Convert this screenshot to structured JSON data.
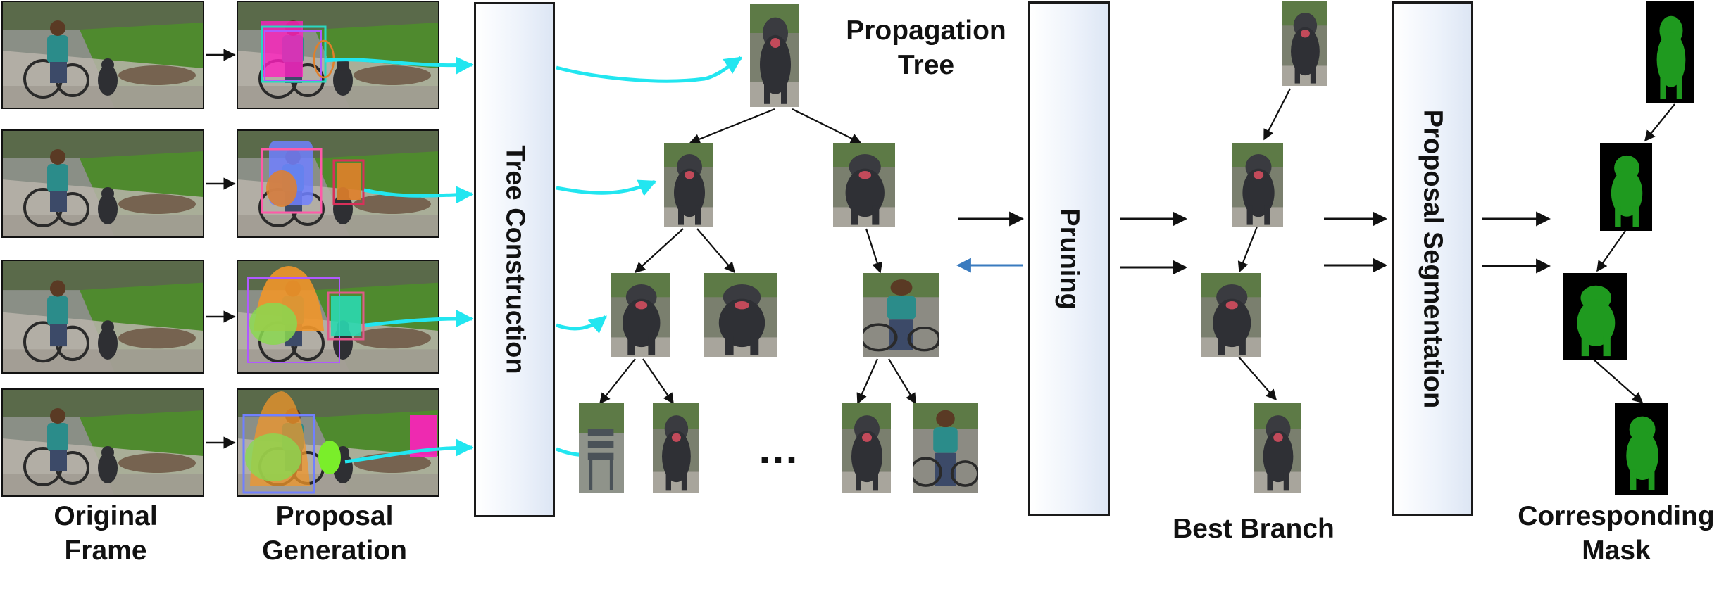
{
  "labels": {
    "original_frame": [
      "Original",
      "Frame"
    ],
    "proposal_generation": [
      "Proposal",
      "Generation"
    ],
    "propagation_tree": [
      "Propagation",
      "Tree"
    ],
    "best_branch": "Best Branch",
    "corresponding_mask": [
      "Corresponding",
      "Mask"
    ],
    "ellipsis": "…"
  },
  "stages": {
    "tree_construction": "Tree Construction",
    "pruning": "Pruning",
    "proposal_segmentation": "Proposal Segmentation"
  },
  "colors": {
    "propagation_arrow": "#22e6f0",
    "feedback_arrow": "#3a7bbf",
    "mask_green": "#1f9a1f",
    "stage_border": "#1a1a1a"
  }
}
